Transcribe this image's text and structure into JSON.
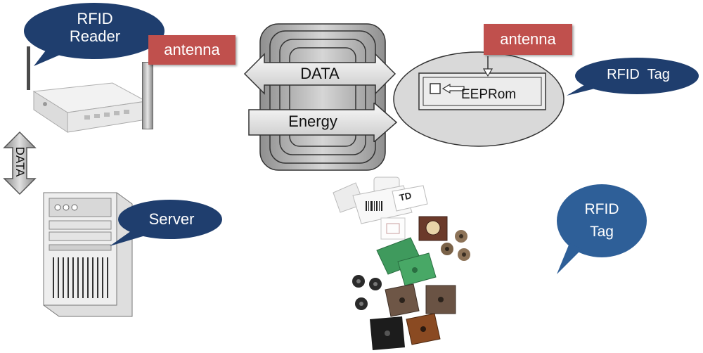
{
  "reader": {
    "callout": "RFID\nReader",
    "antenna_label": "antenna"
  },
  "link": {
    "vertical_label": "DATA"
  },
  "server": {
    "callout": "Server"
  },
  "coupling": {
    "data_label": "DATA",
    "energy_label": "Energy"
  },
  "tag": {
    "antenna_label": "antenna",
    "chip_label": "EEPRom",
    "callout": "RFID  Tag"
  },
  "samples": {
    "callout": "RFID\nTag",
    "sticker_text": "TD"
  },
  "colors": {
    "callout_blue": "#1f3e6e",
    "callout_mid": "#2e5f98",
    "antenna_red": "#c0504d",
    "coupling_gray": "#c7c7c7"
  }
}
